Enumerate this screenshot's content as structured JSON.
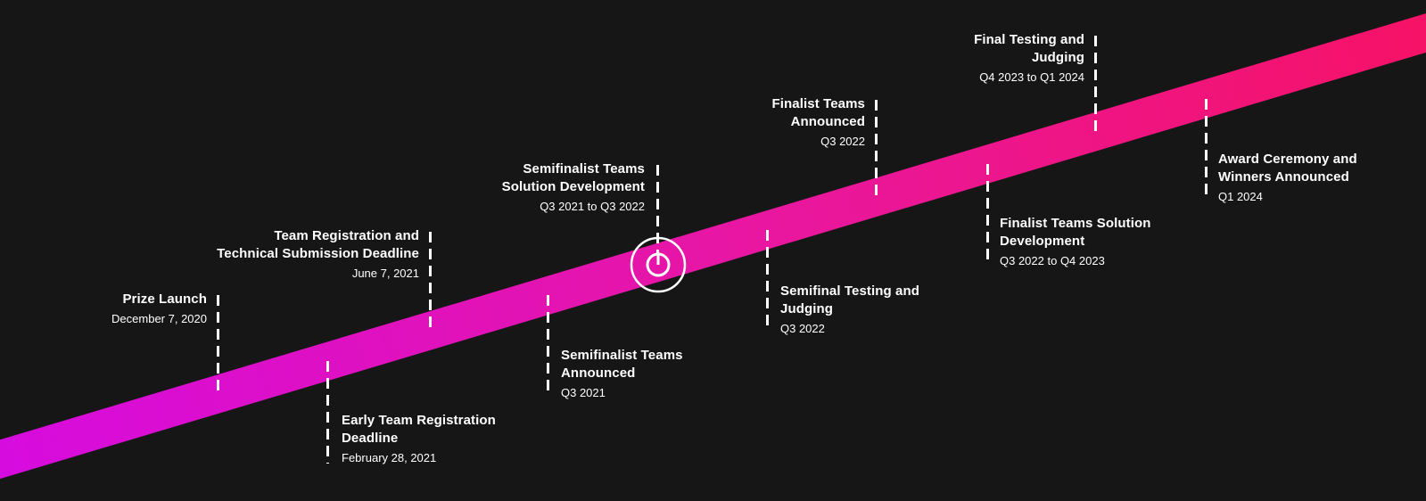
{
  "diagram": {
    "type": "timeline",
    "description": "Diagonal prize-timeline band from Prize Launch to Award Ceremony"
  },
  "colors": {
    "background": "#161616",
    "band_start": "#D50BE3",
    "band_mid": "#E9179D",
    "band_end": "#FA1052",
    "text": "#FFFFFF",
    "connector": "#FFFFFF"
  },
  "icons": {
    "clock_marker": "clock-stopwatch-icon"
  },
  "milestones": [
    {
      "title": "Prize Launch",
      "date": "December 7, 2020",
      "side": "above"
    },
    {
      "title": "Early Team Registration\nDeadline",
      "date": "February 28, 2021",
      "side": "below"
    },
    {
      "title": "Team Registration and\nTechnical Submission Deadline",
      "date": "June 7, 2021",
      "side": "above"
    },
    {
      "title": "Semifinalist Teams\nAnnounced",
      "date": "Q3 2021",
      "side": "below"
    },
    {
      "title": "Semifinalist Teams\nSolution Development",
      "date": "Q3 2021 to Q3 2022",
      "side": "above",
      "marker": "clock"
    },
    {
      "title": "Semifinal Testing and\nJudging",
      "date": "Q3 2022",
      "side": "below"
    },
    {
      "title": "Finalist Teams\nAnnounced",
      "date": "Q3 2022",
      "side": "above"
    },
    {
      "title": "Finalist Teams Solution\nDevelopment",
      "date": "Q3 2022 to Q4 2023",
      "side": "below"
    },
    {
      "title": "Final Testing and\nJudging",
      "date": "Q4 2023 to Q1 2024",
      "side": "above"
    },
    {
      "title": "Award Ceremony and\nWinners Announced",
      "date": "Q1 2024",
      "side": "below"
    }
  ]
}
